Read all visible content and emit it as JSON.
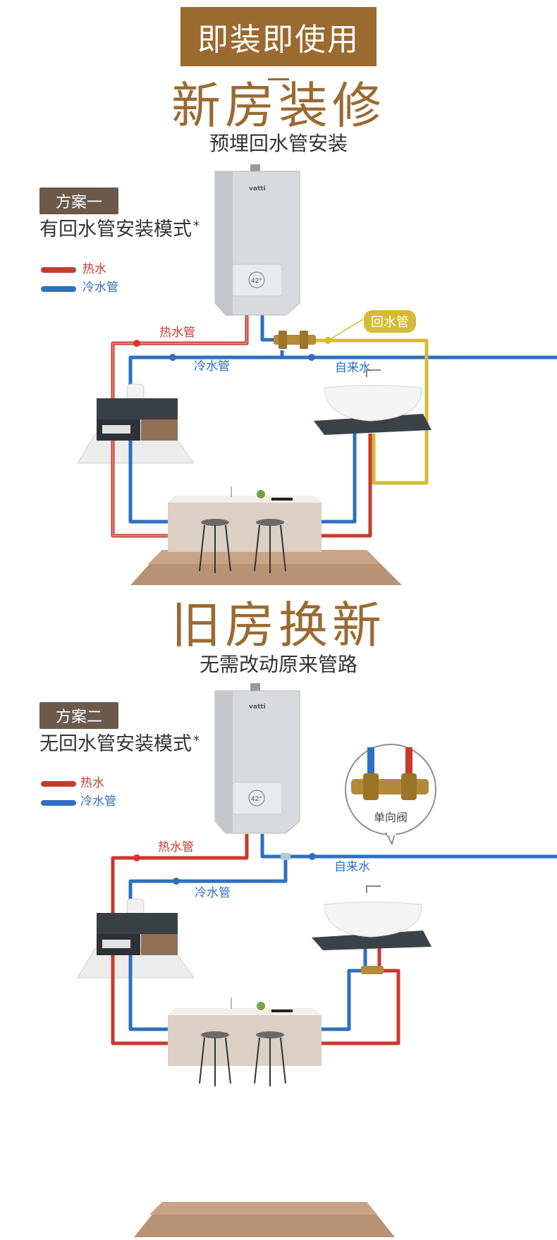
{
  "banner": {
    "title": "即装即使用"
  },
  "section1": {
    "heading": "新房装修",
    "subheading": "预埋回水管安装",
    "plan_badge": "方案一",
    "mode": "有回水管安装模式",
    "mode_mark": "*",
    "legend": [
      {
        "label": "热水",
        "color": "#c83a2e"
      },
      {
        "label": "冷水管",
        "color": "#2e6fc0"
      }
    ],
    "heater_brand": "vatti",
    "heater_display": "42°",
    "labels": {
      "hot_pipe": "热水管",
      "cold_pipe": "冷水管",
      "return_pipe": "回水管",
      "tap_water": "自来水"
    }
  },
  "section2": {
    "heading": "旧房换新",
    "subheading": "无需改动原来管路",
    "plan_badge": "方案二",
    "mode": "无回水管安装模式",
    "mode_mark": "*",
    "legend": [
      {
        "label": "热水",
        "color": "#c83a2e"
      },
      {
        "label": "冷水管",
        "color": "#2e6fc0"
      }
    ],
    "heater_brand": "vatti",
    "heater_display": "42°",
    "labels": {
      "hot_pipe": "热水管",
      "cold_pipe": "冷水管",
      "tap_water": "自来水",
      "check_valve": "单向阀"
    }
  },
  "colors": {
    "accent": "#9b6a2f",
    "hot": "#c83a2e",
    "cold": "#2e6fc0",
    "return": "#d4bb32",
    "badge": "#6b5a4c"
  }
}
